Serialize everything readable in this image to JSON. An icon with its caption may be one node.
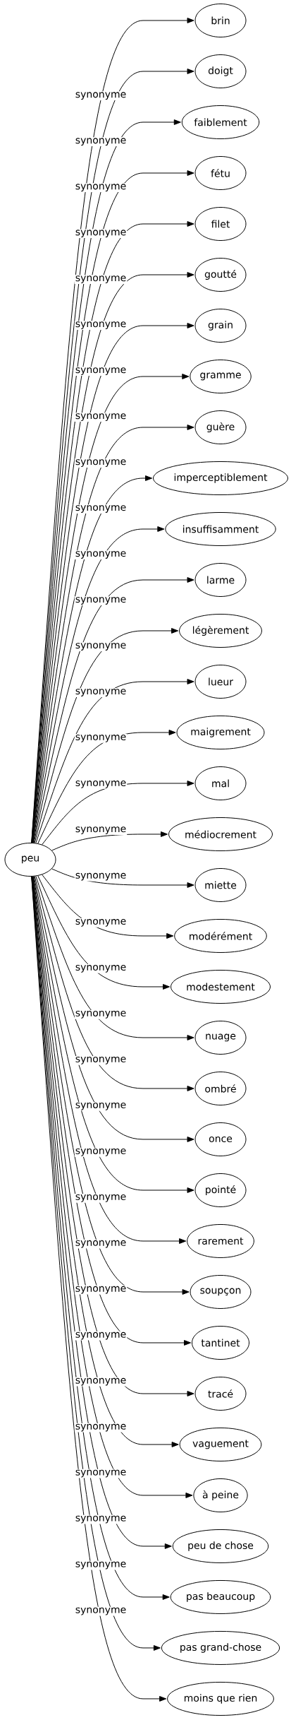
{
  "diagram": {
    "nodes": [
      {
        "text": [
          "peu"
        ]
      },
      {
        "text": [
          "brin"
        ]
      },
      {
        "text": [
          "doigt"
        ]
      },
      {
        "text": [
          "faiblement"
        ]
      },
      {
        "text": [
          "fétu"
        ]
      },
      {
        "text": [
          "filet"
        ]
      },
      {
        "text": [
          "goutté"
        ]
      },
      {
        "text": [
          "grain"
        ]
      },
      {
        "text": [
          "gramme"
        ]
      },
      {
        "text": [
          "guère"
        ]
      },
      {
        "text": [
          "imperceptiblement"
        ]
      },
      {
        "text": [
          "insuffisamment"
        ]
      },
      {
        "text": [
          "larme"
        ]
      },
      {
        "text": [
          "légèrement"
        ]
      },
      {
        "text": [
          "lueur"
        ]
      },
      {
        "text": [
          "maigrement"
        ]
      },
      {
        "text": [
          "mal"
        ]
      },
      {
        "text": [
          "médiocrement"
        ]
      },
      {
        "text": [
          "miette"
        ]
      },
      {
        "text": [
          "modérément"
        ]
      },
      {
        "text": [
          "modestement"
        ]
      },
      {
        "text": [
          "nuage"
        ]
      },
      {
        "text": [
          "ombré"
        ]
      },
      {
        "text": [
          "once"
        ]
      },
      {
        "text": [
          "pointé"
        ]
      },
      {
        "text": [
          "rarement"
        ]
      },
      {
        "text": [
          "soupçon"
        ]
      },
      {
        "text": [
          "tantinet"
        ]
      },
      {
        "text": [
          "tracé"
        ]
      },
      {
        "text": [
          "vaguement"
        ]
      },
      {
        "text": [
          "à peine"
        ]
      },
      {
        "text": [
          "peu de chose"
        ]
      },
      {
        "text": [
          "pas beaucoup"
        ]
      },
      {
        "text": [
          "pas grand-chose"
        ]
      },
      {
        "text": [
          "moins que rien"
        ]
      }
    ],
    "edges": [
      {
        "from": 0,
        "to": 1,
        "arrow": "to",
        "label": "synonyme"
      },
      {
        "from": 0,
        "to": 2,
        "arrow": "to",
        "label": "synonyme"
      },
      {
        "from": 0,
        "to": 3,
        "arrow": "to",
        "label": "synonyme"
      },
      {
        "from": 0,
        "to": 4,
        "arrow": "to",
        "label": "synonyme"
      },
      {
        "from": 0,
        "to": 5,
        "arrow": "to",
        "label": "synonyme"
      },
      {
        "from": 0,
        "to": 6,
        "arrow": "to",
        "label": "synonyme"
      },
      {
        "from": 0,
        "to": 7,
        "arrow": "to",
        "label": "synonyme"
      },
      {
        "from": 0,
        "to": 8,
        "arrow": "to",
        "label": "synonyme"
      },
      {
        "from": 0,
        "to": 9,
        "arrow": "to",
        "label": "synonyme"
      },
      {
        "from": 0,
        "to": 10,
        "arrow": "to",
        "label": "synonyme"
      },
      {
        "from": 0,
        "to": 11,
        "arrow": "to",
        "label": "synonyme"
      },
      {
        "from": 0,
        "to": 12,
        "arrow": "to",
        "label": "synonyme"
      },
      {
        "from": 0,
        "to": 13,
        "arrow": "to",
        "label": "synonyme"
      },
      {
        "from": 0,
        "to": 14,
        "arrow": "to",
        "label": "synonyme"
      },
      {
        "from": 0,
        "to": 15,
        "arrow": "to",
        "label": "synonyme"
      },
      {
        "from": 0,
        "to": 16,
        "arrow": "to",
        "label": "synonyme"
      },
      {
        "from": 0,
        "to": 17,
        "arrow": "to",
        "label": "synonyme"
      },
      {
        "from": 0,
        "to": 18,
        "arrow": "to",
        "label": "synonyme"
      },
      {
        "from": 0,
        "to": 19,
        "arrow": "to",
        "label": "synonyme"
      },
      {
        "from": 0,
        "to": 20,
        "arrow": "to",
        "label": "synonyme"
      },
      {
        "from": 0,
        "to": 21,
        "arrow": "to",
        "label": "synonyme"
      },
      {
        "from": 0,
        "to": 22,
        "arrow": "to",
        "label": "synonyme"
      },
      {
        "from": 0,
        "to": 23,
        "arrow": "to",
        "label": "synonyme"
      },
      {
        "from": 0,
        "to": 24,
        "arrow": "to",
        "label": "synonyme"
      },
      {
        "from": 0,
        "to": 25,
        "arrow": "to",
        "label": "synonyme"
      },
      {
        "from": 0,
        "to": 26,
        "arrow": "to",
        "label": "synonyme"
      },
      {
        "from": 0,
        "to": 27,
        "arrow": "to",
        "label": "synonyme"
      },
      {
        "from": 0,
        "to": 28,
        "arrow": "to",
        "label": "synonyme"
      },
      {
        "from": 0,
        "to": 29,
        "arrow": "to",
        "label": "synonyme"
      },
      {
        "from": 0,
        "to": 30,
        "arrow": "to",
        "label": "synonyme"
      },
      {
        "from": 0,
        "to": 31,
        "arrow": "to",
        "label": "synonyme"
      },
      {
        "from": 0,
        "to": 32,
        "arrow": "to",
        "label": "synonyme"
      },
      {
        "from": 0,
        "to": 33,
        "arrow": "to",
        "label": "synonyme"
      },
      {
        "from": 0,
        "to": 34,
        "arrow": "to",
        "label": "synonyme"
      }
    ]
  }
}
